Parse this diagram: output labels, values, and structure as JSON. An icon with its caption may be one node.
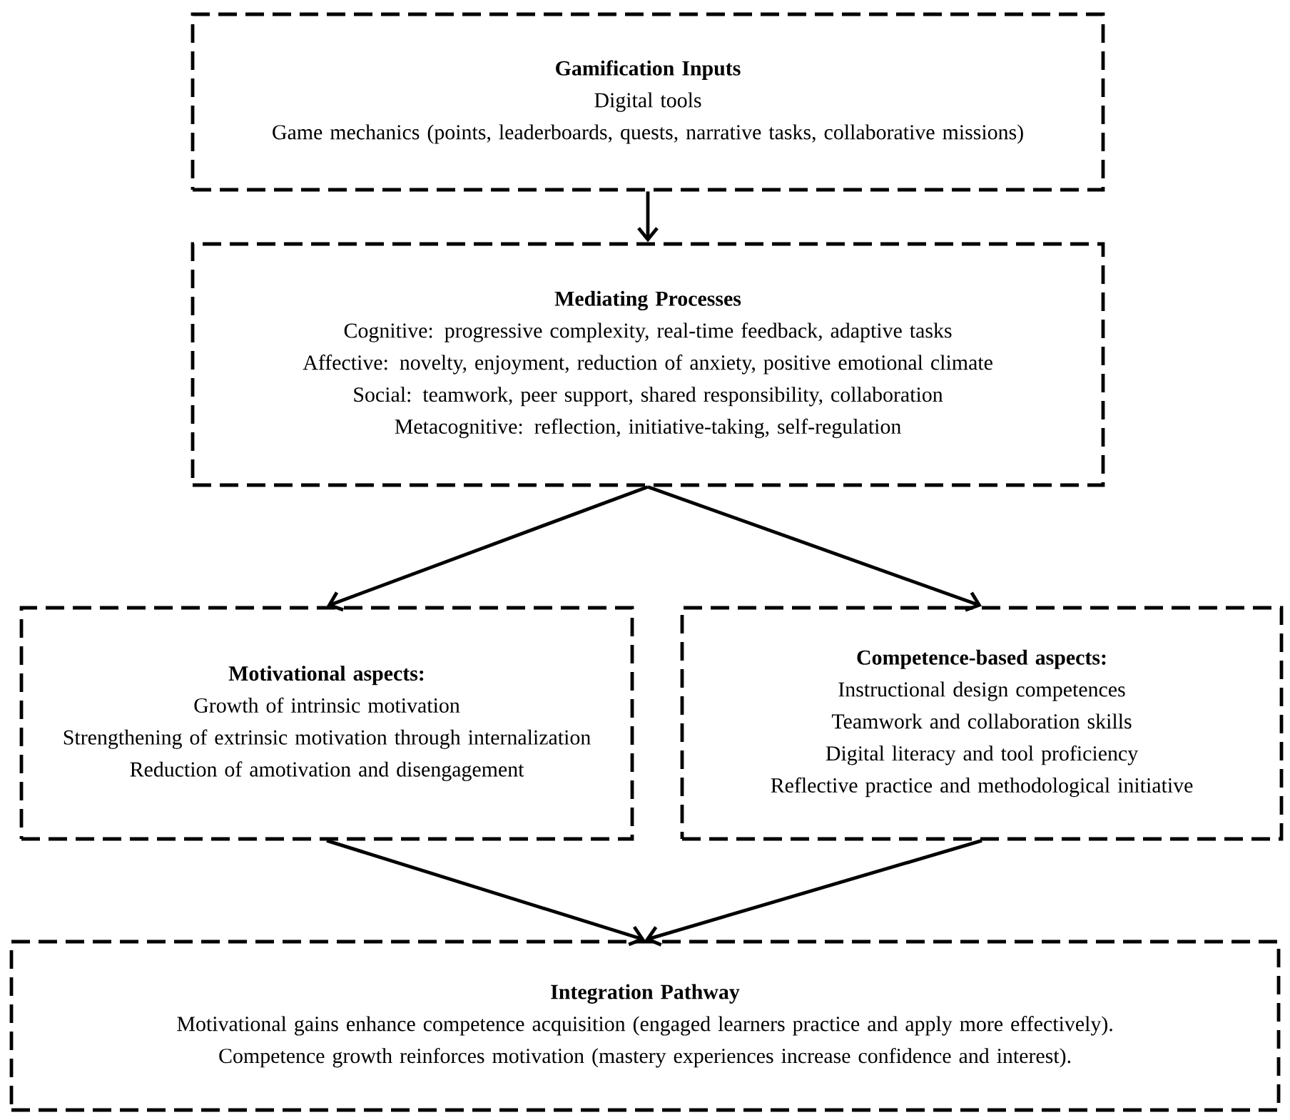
{
  "diagram": {
    "nodes": [
      {
        "text": [
          "Gamification Inputs",
          "Digital tools",
          "Game mechanics (points, leaderboards, quests, narrative tasks, collaborative missions)"
        ]
      },
      {
        "text": [
          "Mediating Processes",
          "Cognitive: progressive complexity, real-time feedback, adaptive tasks",
          "Affective: novelty, enjoyment, reduction of anxiety, positive emotional climate",
          "Social: teamwork, peer support, shared responsibility, collaboration",
          "Metacognitive: reflection, initiative-taking, self-regulation"
        ]
      },
      {
        "text": [
          "Motivational aspects:",
          "Growth of intrinsic motivation",
          "Strengthening of extrinsic motivation through internalization",
          "Reduction of amotivation and disengagement"
        ]
      },
      {
        "text": [
          "Competence-based aspects:",
          "Instructional design competences",
          "Teamwork and collaboration skills",
          "Digital literacy and tool proficiency",
          "Reflective practice and methodological initiative"
        ]
      },
      {
        "text": [
          "Integration Pathway",
          "Motivational gains enhance competence acquisition (engaged learners practice and apply more effectively).",
          "Competence growth reinforces motivation (mastery experiences increase confidence and interest)."
        ]
      }
    ],
    "edges": [
      {
        "from": 0,
        "to": 1,
        "arrow": "to"
      },
      {
        "from": 1,
        "to": 2,
        "arrow": "to"
      },
      {
        "from": 1,
        "to": 3,
        "arrow": "to"
      },
      {
        "from": 2,
        "to": 4,
        "arrow": "to"
      },
      {
        "from": 3,
        "to": 4,
        "arrow": "to"
      }
    ]
  }
}
